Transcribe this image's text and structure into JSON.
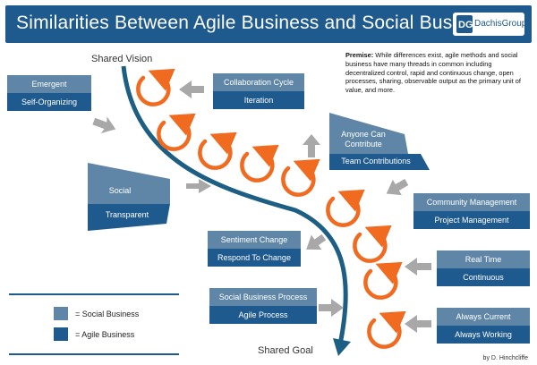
{
  "title": "Similarities Between Agile Business and Social Business",
  "logo_text": "DachisGroup",
  "premise_label": "Premise:",
  "premise_text": " While differences exist, agile methods and social business have many threads in common including decentralized control, rapid and continuous change, open processes, sharing, observable output as the primary unit of value, and more.",
  "shared_vision": "Shared Vision",
  "shared_goal": "Shared Goal",
  "credit": "by D. Hinchcliffe",
  "pairs": {
    "emergent": {
      "social": "Emergent",
      "agile": "Self-Organizing"
    },
    "collab": {
      "social": "Collaboration Cycle",
      "agile": "Iteration"
    },
    "anyone": {
      "social": "Anyone Can Contribute",
      "agile": "Team Contributions"
    },
    "social": {
      "social": "Social",
      "agile": "Transparent"
    },
    "community": {
      "social": "Community Management",
      "agile": "Project Management"
    },
    "sentiment": {
      "social": "Sentiment Change",
      "agile": "Respond To Change"
    },
    "realtime": {
      "social": "Real Time",
      "agile": "Continuous"
    },
    "sbp": {
      "social": "Social Business Process",
      "agile": "Agile Process"
    },
    "always": {
      "social": "Always Current",
      "agile": "Always Working"
    }
  },
  "legend": {
    "social": "= Social Business",
    "agile": "= Agile Business"
  },
  "colors": {
    "social": "#5f86a6",
    "agile": "#1f5a8e",
    "loop": "#f06a1f",
    "path": "#1d5f84",
    "arrow": "#a8a8a8"
  }
}
